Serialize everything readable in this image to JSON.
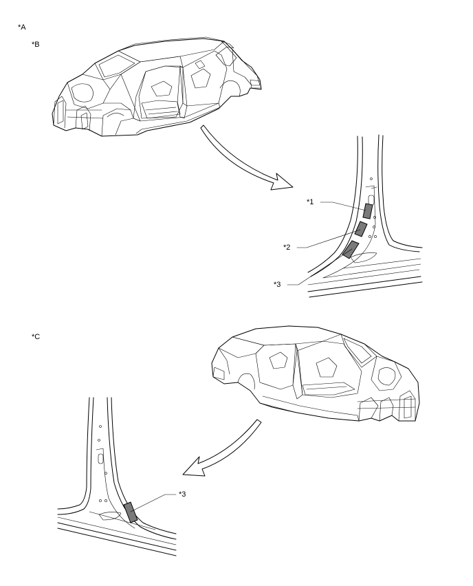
{
  "labels": {
    "view_a": "*A",
    "view_b": "*B",
    "view_c": "*C",
    "callout_1": "*1",
    "callout_2": "*2",
    "callout_3_upper": "*3",
    "callout_3_lower": "*3"
  },
  "colors": {
    "line": "#000000",
    "pad_fill": "#7a7a7a",
    "background": "#ffffff"
  }
}
